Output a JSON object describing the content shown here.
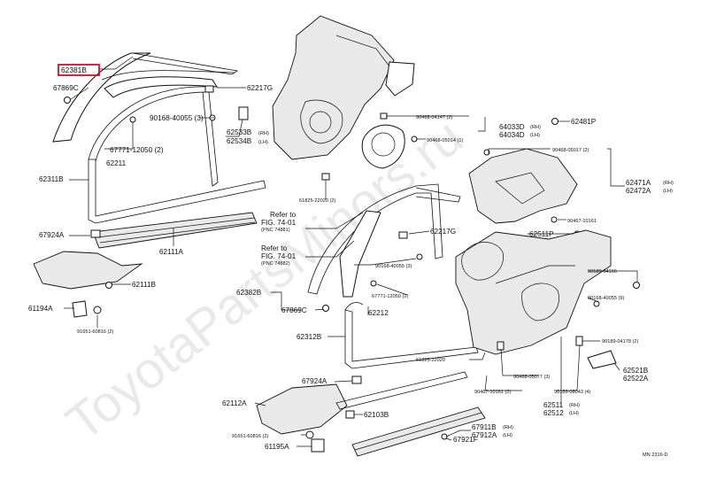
{
  "watermark": "ToyotaPartsMinors.ru",
  "footer": {
    "code": "MN 2316-D"
  },
  "highlighted_part": "62381B",
  "labels": {
    "p62381B": "62381B",
    "p67869C_top": "67869C",
    "p62217G_top": "62217G",
    "p90168_40055_top": "90168-40055 (3)",
    "p62533B": "62533B",
    "p62534B": "62534B",
    "rh": "(RH)",
    "lh": "(LH)",
    "p67771_12050_top": "67771-12050 (2)",
    "p62211": "62211",
    "p62311B": "62311B",
    "p67924A_top": "67924A",
    "p62111A": "62111A",
    "p62111B": "62111B",
    "p61194A": "61194A",
    "p91651_60816_top": "91651-60816 (2)",
    "p90468_04147": "90468-04147 (2)",
    "p64033D": "64033D",
    "p64034D": "64034D",
    "p62481P": "62481P",
    "p90468_05014": "90468-05014 (1)",
    "p90468_05017": "90468-05017 (2)",
    "p62471A": "62471A",
    "p62472A": "62472A",
    "p90467_10161_r": "90467-10161",
    "p62511P": "62511P",
    "p61825_22020_top": "61825-22020 (2)",
    "refer1": "Refer to",
    "fig1": "FIG. 74-01",
    "pnc1": "(PNC 74881)",
    "refer2": "Refer to",
    "fig2": "FIG. 74-01",
    "pnc2": "(PNC 74882)",
    "p62217G_mid": "62217G",
    "p90168_40055_mid": "90168-40055 (3)",
    "p62382B": "62382B",
    "p67771_12050_mid": "67771-12050 (2)",
    "p67869C_mid": "67869C",
    "p62212": "62212",
    "p62312B": "62312B",
    "p61825_22020_low": "61825-22020",
    "p90189_04166": "90189-04166",
    "p90168_40055_r": "90168-40055 (9)",
    "p90189_04178": "90189-04178 (2)",
    "p90468_05077": "90468-05077 (3)",
    "p62521B": "62521B",
    "p62522A": "62522A",
    "p90467_10161_low": "90467-10161 (2)",
    "p90189_08043": "90189-08043 (4)",
    "p62511": "62511",
    "p62512": "62512",
    "p67924A_low": "67924A",
    "p62112A": "62112A",
    "p62103B": "62103B",
    "p67911B": "67911B",
    "p67912A": "67912A",
    "p91651_60816_low": "91651-60816 (2)",
    "p67921F": "67921F",
    "p61195A": "61195A"
  },
  "colors": {
    "highlight": "#c0182e",
    "ink": "#111111",
    "watermark": "#d8d8d8"
  }
}
